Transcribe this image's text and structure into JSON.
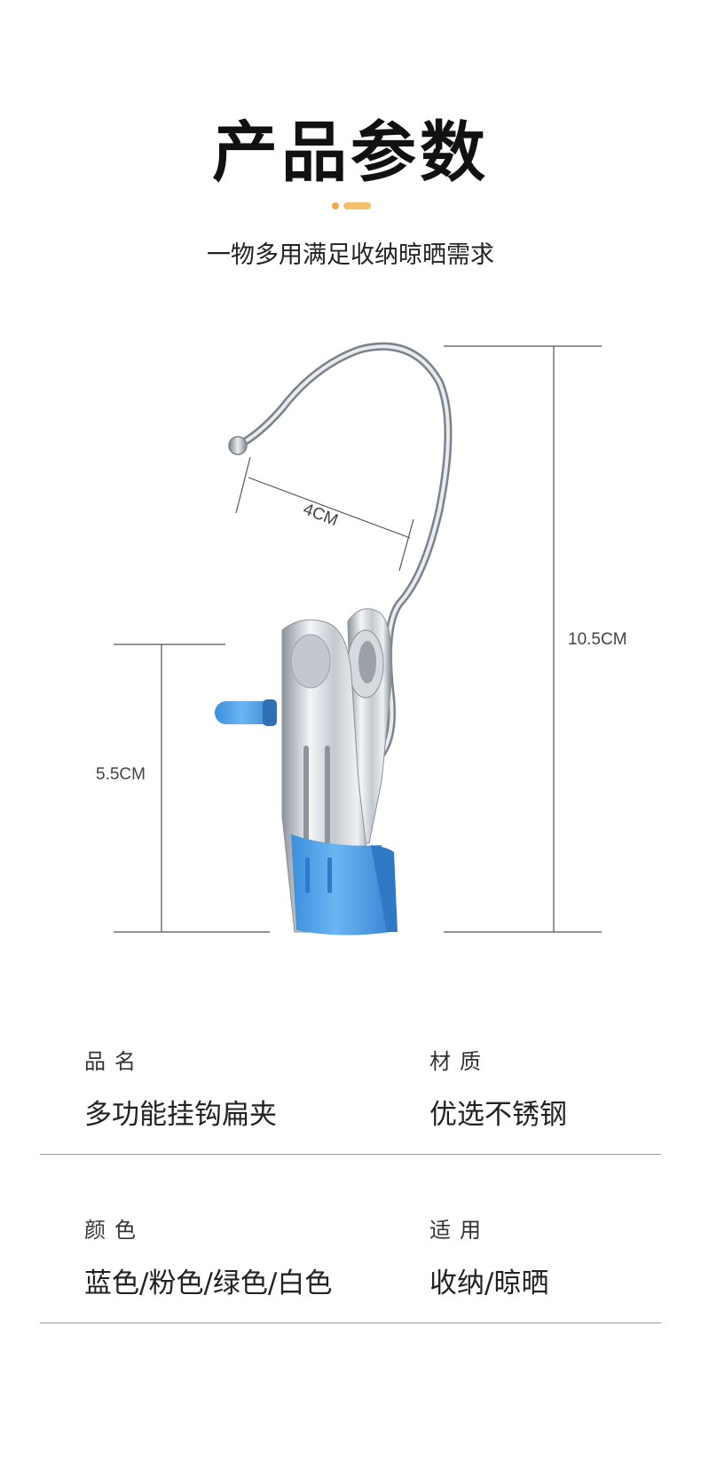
{
  "header": {
    "title": "产品参数",
    "subtitle": "一物多用满足收纳晾晒需求"
  },
  "dimensions": {
    "hook_width": "4CM",
    "total_height": "10.5CM",
    "clip_height": "5.5CM"
  },
  "specs": [
    {
      "label": "品名",
      "value": "多功能挂钩扁夹"
    },
    {
      "label": "材质",
      "value": "优选不锈钢"
    },
    {
      "label": "颜色",
      "value": "蓝色/粉色/绿色/白色"
    },
    {
      "label": "适用",
      "value": "收纳/晾晒"
    }
  ],
  "colors": {
    "accent_dot": "#f3a64c",
    "accent_bar": "#f3bf6a",
    "clip_blue": "#4a9de8",
    "steel": "#c9ced4"
  }
}
